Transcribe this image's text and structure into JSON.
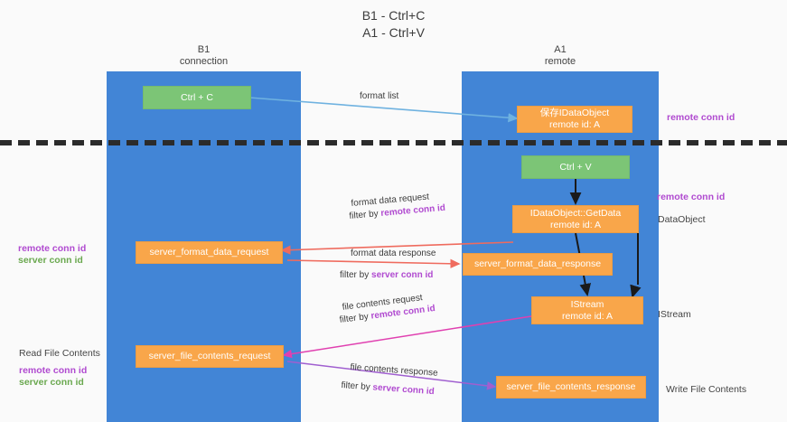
{
  "title": "B1 - Ctrl+C\nA1 - Ctrl+V",
  "lanes": [
    {
      "name": "b1",
      "label": "B1\nconnection"
    },
    {
      "name": "a1",
      "label": "A1\nremote"
    }
  ],
  "colors": {
    "lane": "#4285d6",
    "green_node": "#7cc576",
    "orange_node": "#f9a64a",
    "purple_text": "#b04ad0",
    "green_text": "#6aa84f",
    "divider": "#2b2b2b",
    "arrow_lightblue": "#6fb2e0",
    "arrow_red": "#ef6b5e",
    "arrow_magenta": "#e040b0",
    "arrow_purple": "#a05fd0",
    "arrow_dark": "#1a1a1a"
  },
  "nodes": [
    {
      "id": "ctrl-c",
      "line1": "Ctrl + C",
      "line2": "",
      "kind": "green"
    },
    {
      "id": "save-idataobject",
      "line1": "保存IDataObject",
      "line2": "remote id: A",
      "kind": "orange"
    },
    {
      "id": "ctrl-v",
      "line1": "Ctrl + V",
      "line2": "",
      "kind": "green"
    },
    {
      "id": "idataobject-getdata",
      "line1": "IDataObject::GetData",
      "line2": "remote id: A",
      "kind": "orange"
    },
    {
      "id": "server-format-data-request",
      "line1": "server_format_data_request",
      "line2": "",
      "kind": "orange"
    },
    {
      "id": "server-format-data-response",
      "line1": "server_format_data_response",
      "line2": "",
      "kind": "orange"
    },
    {
      "id": "istream",
      "line1": "IStream",
      "line2": "remote id: A",
      "kind": "orange"
    },
    {
      "id": "server-file-contents-request",
      "line1": "server_file_contents_request",
      "line2": "",
      "kind": "orange"
    },
    {
      "id": "server-file-contents-response",
      "line1": "server_file_contents_response",
      "line2": "",
      "kind": "orange"
    }
  ],
  "edge_labels": [
    {
      "id": "format-list",
      "text": "format list"
    },
    {
      "id": "format-data-request",
      "text": "format data request"
    },
    {
      "id": "format-data-request-filter-prefix",
      "text": "filter by ",
      "emphasis": "remote conn id"
    },
    {
      "id": "format-data-response",
      "text": "format data response"
    },
    {
      "id": "format-data-response-filter-prefix",
      "text": "filter by ",
      "emphasis": "server conn id"
    },
    {
      "id": "file-contents-request",
      "text": "file contents request"
    },
    {
      "id": "file-contents-request-filter-prefix",
      "text": "filter by ",
      "emphasis": "remote conn id"
    },
    {
      "id": "file-contents-response",
      "text": "file contents response"
    },
    {
      "id": "file-contents-response-filter-prefix",
      "text": "filter by ",
      "emphasis": "server conn id"
    }
  ],
  "annotations": {
    "right_remote_conn_id_top": "remote conn id",
    "right_remote_conn_id_mid": "remote conn id",
    "right_dataobject": "DataObject",
    "right_istream": "IStream",
    "right_write_file_contents": "Write File Contents",
    "left_remote_conn_id_mid": "remote conn id",
    "left_server_conn_id_mid": "server conn id",
    "left_read_file_contents": "Read File Contents",
    "left_remote_conn_id_bottom": "remote conn id",
    "left_server_conn_id_bottom": "server conn id"
  }
}
